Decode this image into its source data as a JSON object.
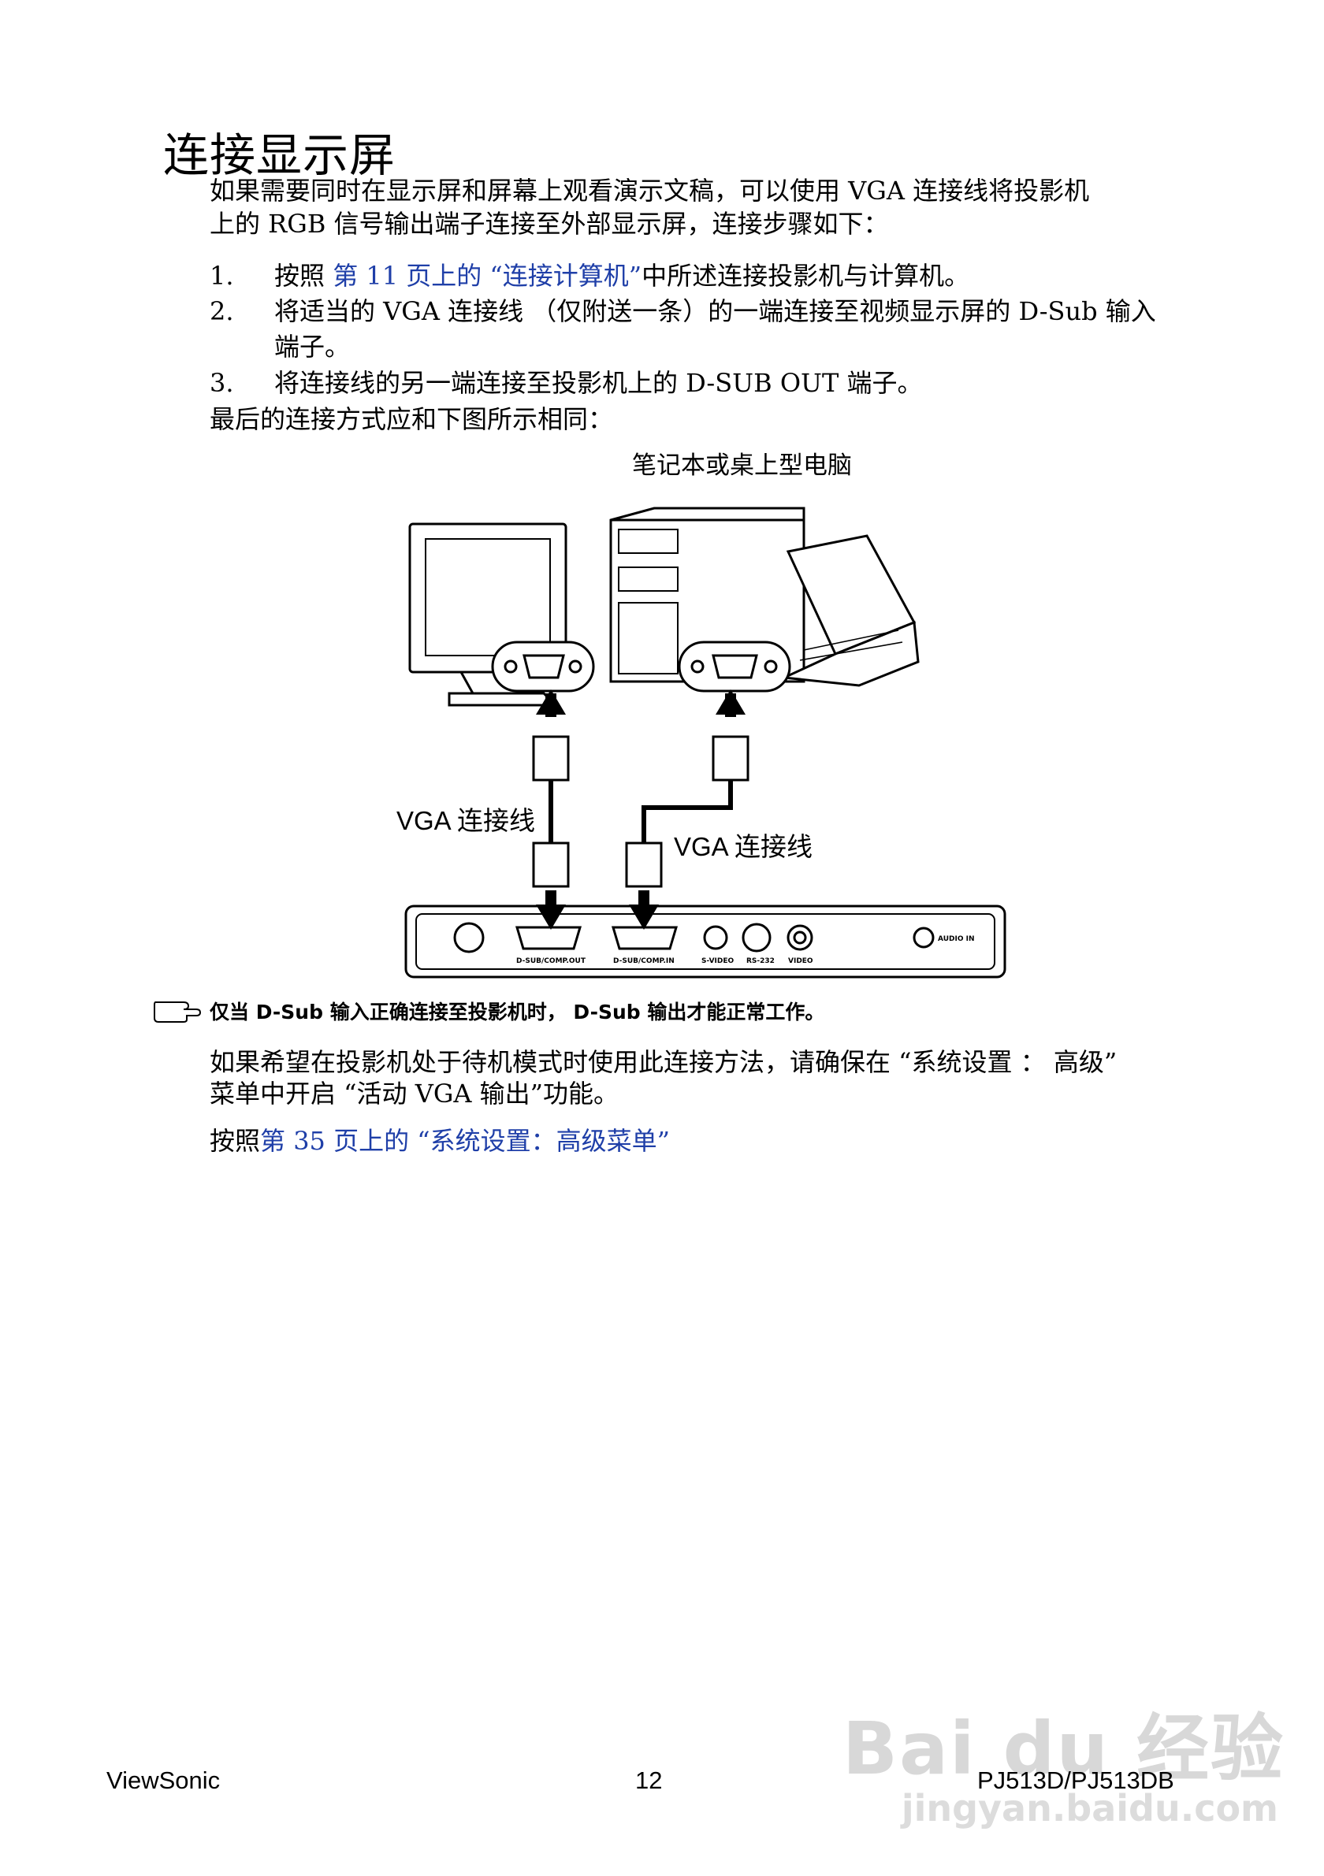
{
  "heading": "连接显示屏",
  "intro_line1": "如果需要同时在显示屏和屏幕上观看演示文稿，可以使用 VGA 连接线将投影机",
  "intro_line2": "上的 RGB 信号输出端子连接至外部显示屏，连接步骤如下：",
  "steps": [
    {
      "num": "1.",
      "prefix": "按照 ",
      "link": "第 11 页上的 “连接计算机”",
      "suffix": "中所述连接投影机与计算机。"
    },
    {
      "num": "2.",
      "line1": "将适当的 VGA 连接线 （仅附送一条）的一端连接至视频显示屏的 D-Sub 输入",
      "line2": "端子。"
    },
    {
      "num": "3.",
      "text": "将连接线的另一端连接至投影机上的 D-SUB OUT 端子。"
    }
  ],
  "final_line": "最后的连接方式应和下图所示相同：",
  "diagram": {
    "computer_label": "笔记本或桌上型电脑",
    "cable_label_left": "VGA 连接线",
    "cable_label_right": "VGA 连接线",
    "ports": [
      "D-SUB/COMP.OUT",
      "D-SUB/COMP.IN",
      "S-VIDEO",
      "RS-232",
      "VIDEO",
      "AUDIO IN"
    ]
  },
  "note": "仅当 D-Sub 输入正确连接至投影机时， D-Sub 输出才能正常工作。",
  "standby_line1": "如果希望在投影机处于待机模式时使用此连接方法，请确保在 “系统设置 ： 高级”",
  "standby_line2": "菜单中开启 “活动 VGA 输出”功能。",
  "ref": {
    "prefix": "按照",
    "link": "第 35 页上的 “系统设置：高级菜单”"
  },
  "footer": {
    "brand": "ViewSonic",
    "page": "12",
    "model": "PJ513D/PJ513DB"
  },
  "watermark": {
    "line1": "Bai du 经验",
    "line2": "jingyan.baidu.com"
  },
  "colors": {
    "link": "#1f3fa8",
    "text": "#000000"
  }
}
